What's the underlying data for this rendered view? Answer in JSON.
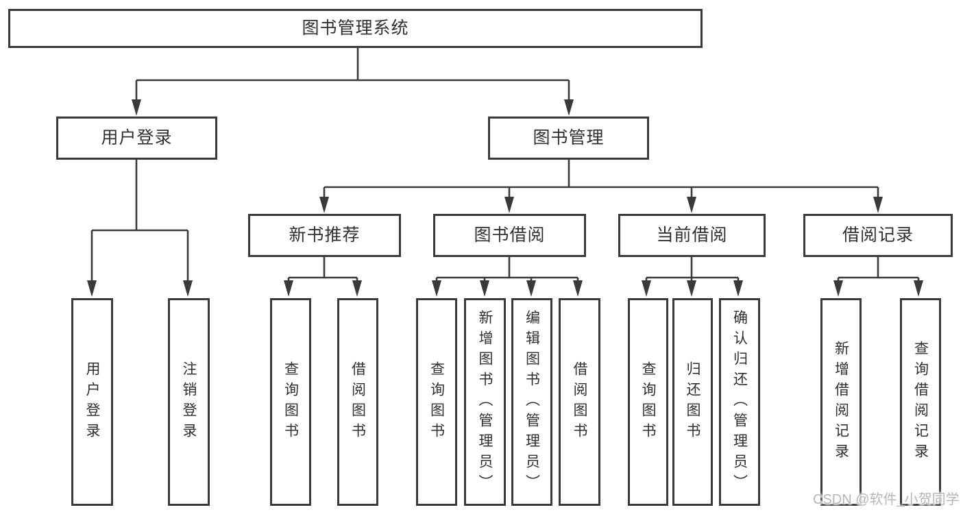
{
  "colors": {
    "line": "#3a3a3a",
    "box_border": "#3a3a3a",
    "box_fill": "#ffffff",
    "text": "#2f2f2f",
    "watermark": "#b3b6bb",
    "background": "#ffffff"
  },
  "tree": {
    "root": {
      "label": "图书管理系统"
    },
    "level2": [
      {
        "label": "用户登录",
        "children": [
          "用户登录",
          "注销登录"
        ]
      },
      {
        "label": "图书管理"
      }
    ],
    "level3": [
      {
        "label": "新书推荐",
        "children": [
          "查询图书",
          "借阅图书"
        ]
      },
      {
        "label": "图书借阅",
        "children": [
          "查询图书",
          "新增图书（管理员）",
          "编辑图书（管理员）",
          "借阅图书"
        ]
      },
      {
        "label": "当前借阅",
        "children": [
          "查询图书",
          "归还图书",
          "确认归还（管理员）"
        ]
      },
      {
        "label": "借阅记录",
        "children": [
          "新增借阅记录",
          "查询借阅记录"
        ]
      }
    ]
  },
  "watermark": {
    "text": "CSDN @软件_小贺同学"
  }
}
